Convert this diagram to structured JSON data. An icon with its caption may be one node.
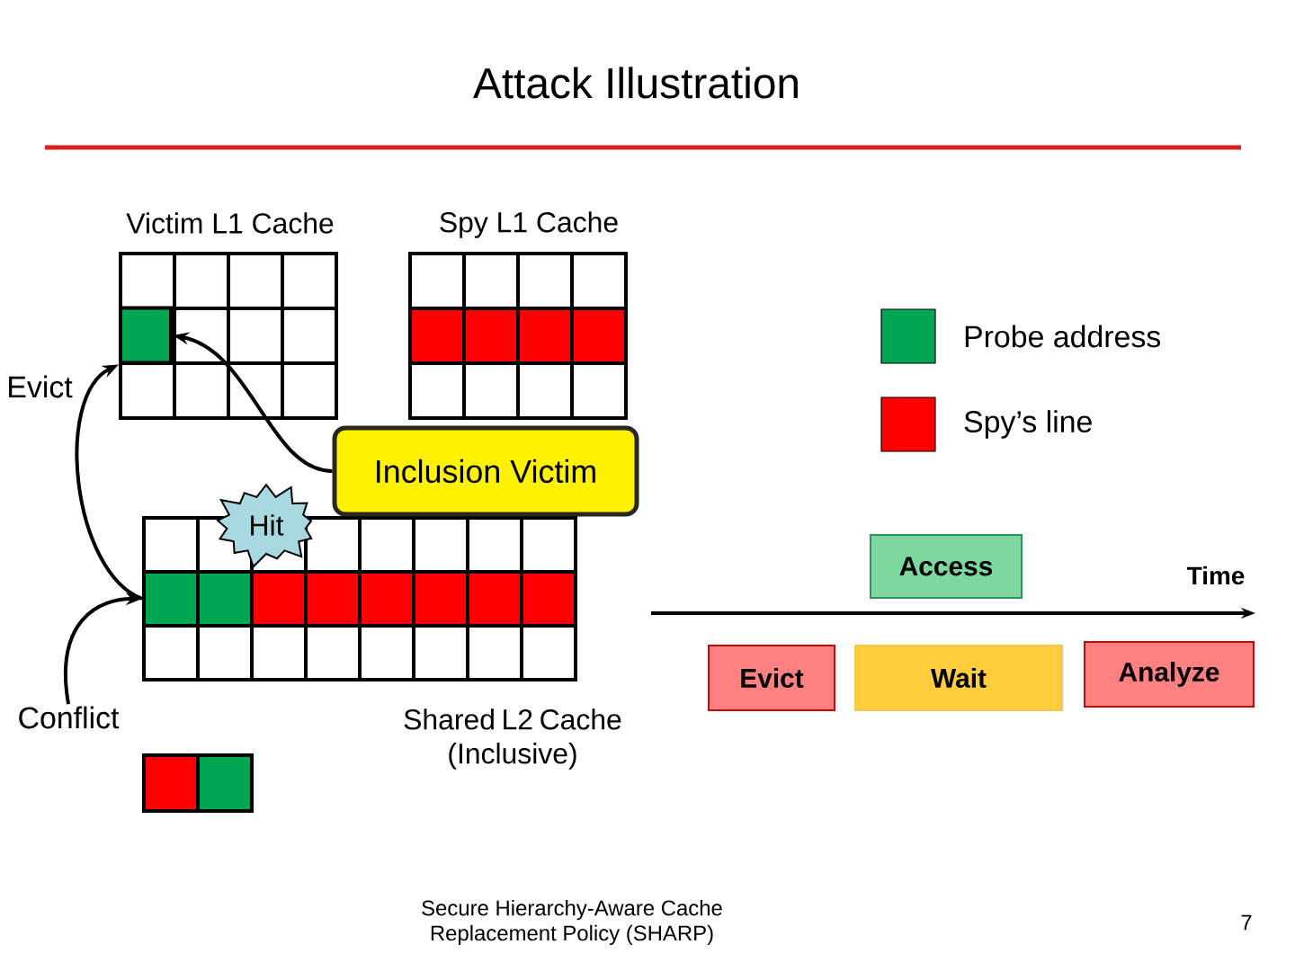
{
  "diagram": {
    "title": "Attack Illustration",
    "nodes": [
      {
        "text": [],
        "shape": "box"
      },
      {
        "text": [
          "Inclusion Victim"
        ]
      },
      {
        "text": [
          "Hit"
        ]
      },
      {
        "text": [],
        "shape": "box"
      },
      {
        "text": [
          "Access"
        ]
      },
      {
        "text": [
          "Evict"
        ]
      },
      {
        "text": [
          "Wait"
        ]
      },
      {
        "text": [
          "Analyze"
        ]
      },
      {
        "text": [
          "Conflict"
        ]
      }
    ],
    "edges": [
      {
        "from": 3,
        "to": 0,
        "arrow": "to",
        "label": "Evict"
      },
      {
        "from": 1,
        "to": 0,
        "arrow": "to"
      },
      {
        "from": 8,
        "to": 3,
        "arrow": "to"
      }
    ],
    "labels": [
      "Victim L1 Cache",
      "Spy L1 Cache",
      "Time",
      "Shared L2 Cache (Inclusive)",
      "Secure Hierarchy-Aware Cache Replacement Policy (SHARP)",
      "7"
    ],
    "legend": [
      {
        "text": "Probe address",
        "color": "#00a651"
      },
      {
        "text": "Spy’s line",
        "color": "#ff0000"
      }
    ]
  }
}
